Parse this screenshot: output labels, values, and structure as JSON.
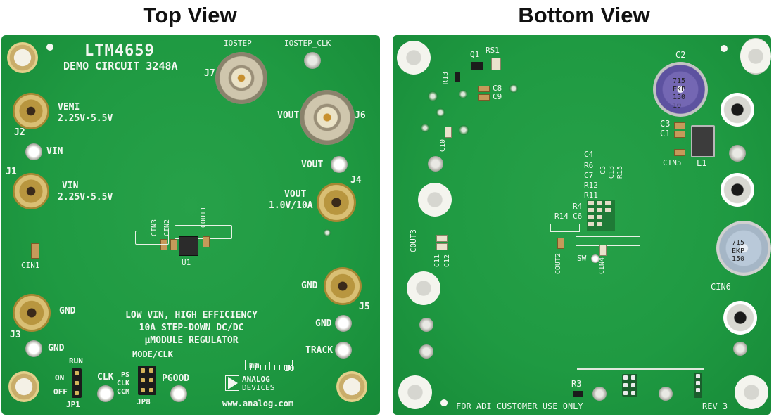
{
  "titles": {
    "top": "Top View",
    "bottom": "Bottom View"
  },
  "top_board": {
    "product": "LTM4659",
    "demo": "DEMO CIRCUIT 3248A",
    "iostep": "IOSTEP",
    "iostep_clk": "IOSTEP_CLK",
    "j7": "J7",
    "j6": "J6",
    "vout_bnc": "VOUT",
    "vemi": "VEMI",
    "vemi_range": "2.25V-5.5V",
    "j2": "J2",
    "vin_tp": "VIN",
    "j1": "J1",
    "vin": "VIN",
    "vin_range": "2.25V-5.5V",
    "vout_tp": "VOUT",
    "j4": "J4",
    "vout": "VOUT",
    "vout_rating": "1.0V/10A",
    "cin3": "CIN3",
    "cin2": "CIN2",
    "cout1": "COUT1",
    "u1": "U1",
    "cin1": "CIN1",
    "gnd_j5": "GND",
    "j5": "J5",
    "gnd_j3": "GND",
    "j3": "J3",
    "gnd_tp_left": "GND",
    "gnd_tp_right": "GND",
    "track": "TRACK",
    "desc1": "LOW VIN, HIGH EFFICIENCY",
    "desc2": "10A STEP-DOWN DC/DC",
    "desc3": "µMODULE REGULATOR",
    "ruler_mm": "mm",
    "ruler_10": "10",
    "mode_clk": "MODE/CLK",
    "run": "RUN",
    "on": "ON",
    "off": "OFF",
    "jp1": "JP1",
    "clk_tp": "CLK",
    "ps": "PS",
    "clk": "CLK",
    "ccm": "CCM",
    "jp8": "JP8",
    "pgood": "PGOOD",
    "analog": "ANALOG",
    "devices": "DEVICES",
    "url": "www.analog.com"
  },
  "bottom_board": {
    "q1": "Q1",
    "rs1": "RS1",
    "r13": "R13",
    "c8": "C8",
    "c9": "C9",
    "c10": "C10",
    "c2": "C2",
    "elec_marking": "715\nEKP\n150\n10",
    "c3": "C3",
    "c1": "C1",
    "cin5": "CIN5",
    "l1": "L1",
    "c4": "C4",
    "r6": "R6",
    "c7": "C7",
    "r12": "R12",
    "c5": "C5",
    "c13": "C13",
    "r15": "R15",
    "r11": "R11",
    "r4": "R4",
    "r14": "R14",
    "c6": "C6",
    "cout3": "COUT3",
    "c11": "C11",
    "c12": "C12",
    "cout2": "COUT2",
    "sw": "SW",
    "cin4": "CIN4",
    "cin6": "CIN6",
    "elec2_marking": "715\nEKP\n150",
    "r3": "R3",
    "customer": "FOR ADI CUSTOMER USE ONLY",
    "rev": "REV 3"
  }
}
